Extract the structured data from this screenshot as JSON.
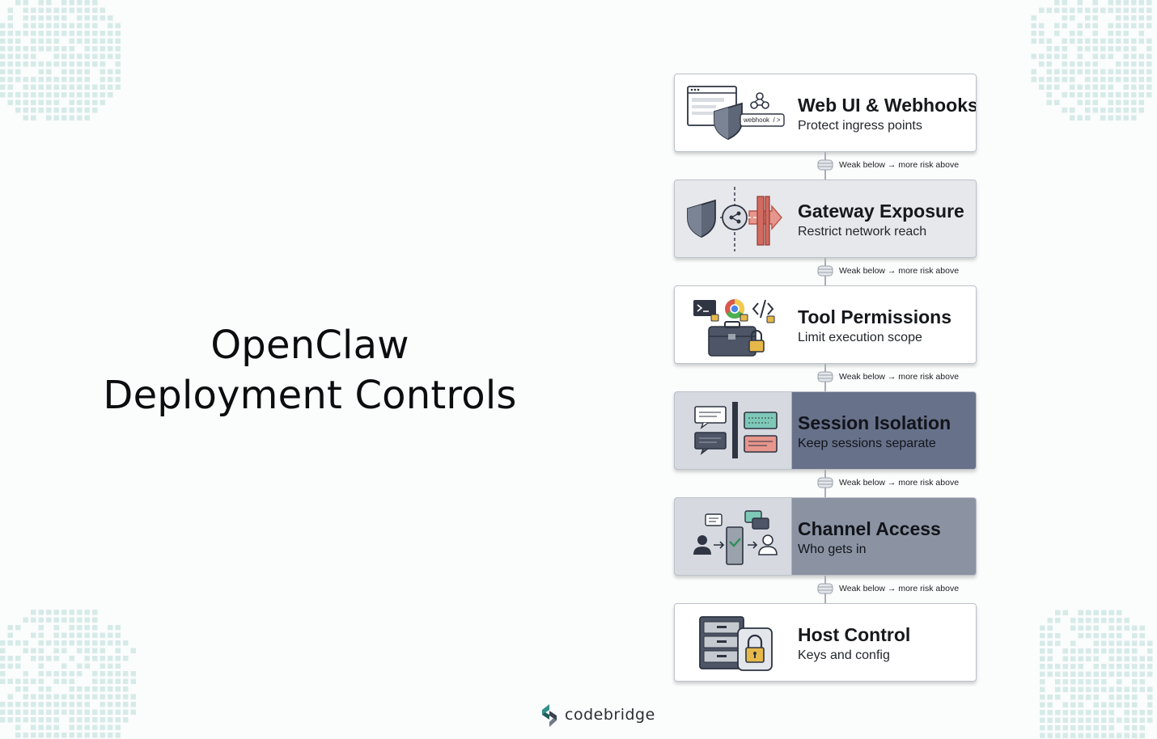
{
  "title": {
    "line1": "OpenClaw",
    "line2": "Deployment Controls"
  },
  "layers": [
    {
      "title": "Web UI & Webhooks",
      "subtitle": "Protect ingress points",
      "icon": "webhook-shield-icon",
      "badge": "webhook  / >"
    },
    {
      "title": "Gateway Exposure",
      "subtitle": "Restrict network reach",
      "icon": "gateway-firewall-icon"
    },
    {
      "title": "Tool Permissions",
      "subtitle": "Limit execution scope",
      "icon": "tools-lock-icon"
    },
    {
      "title": "Session Isolation",
      "subtitle": "Keep sessions separate",
      "icon": "session-chat-icon"
    },
    {
      "title": "Channel Access",
      "subtitle": "Who gets in",
      "icon": "channel-users-icon"
    },
    {
      "title": "Host Control",
      "subtitle": "Keys and config",
      "icon": "host-server-lock-icon"
    }
  ],
  "connector_label": "Weak below → more risk above",
  "logo": {
    "text": "codebridge"
  },
  "colors": {
    "accent_teal": "#2f8f8a",
    "dark_panel": "#67718a",
    "mid_panel": "#8b93a3",
    "firewall_red": "#d26a60",
    "dot_pattern": "#d6ebe8"
  }
}
